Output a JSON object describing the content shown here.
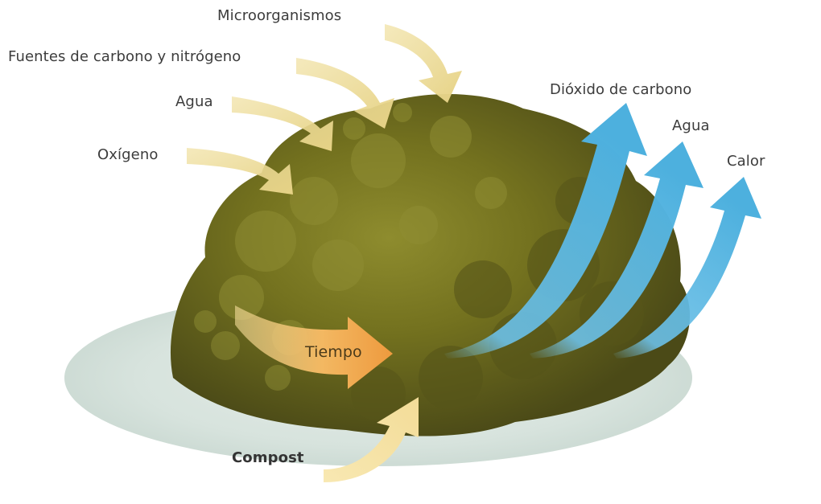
{
  "labels": {
    "microorganisms": "Microorganismos",
    "carbon_nitrogen_sources": "Fuentes de carbono y nitrógeno",
    "water_in": "Agua",
    "oxygen": "Oxígeno",
    "carbon_dioxide": "Dióxido de carbono",
    "water_out": "Agua",
    "heat": "Calor",
    "time": "Tiempo",
    "compost": "Compost"
  },
  "colors": {
    "input_arrow": "#eedc98",
    "output_arrow": "#5cb8e2",
    "time_arrow": "#f2a24c",
    "compost_arrow": "#f6e3a4",
    "pile": "#6f6e22",
    "ground": "#dfe9e4"
  }
}
